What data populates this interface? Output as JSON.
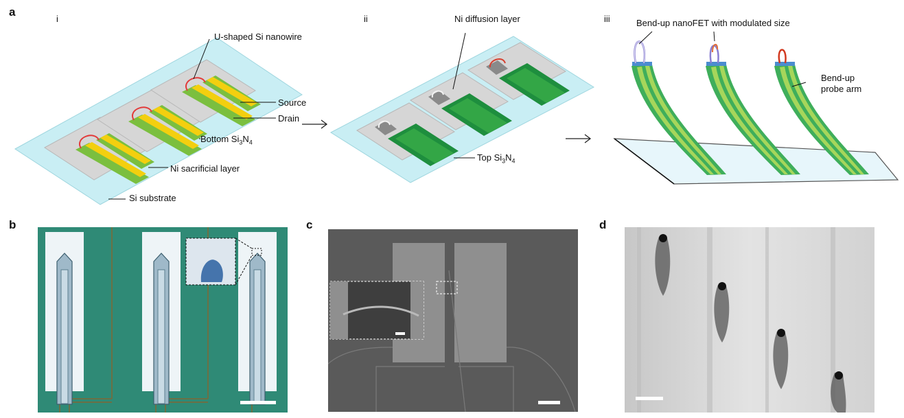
{
  "figure": {
    "panel_a": {
      "letter": "a",
      "steps": [
        "i",
        "ii",
        "iii"
      ],
      "labels": {
        "nanowire": "U-shaped Si nanowire",
        "source": "Source",
        "drain": "Drain",
        "bottom_sin_prefix": "Bottom Si",
        "ni_sacrificial": "Ni sacrificial layer",
        "si_substrate": "Si substrate",
        "ni_diffusion": "Ni diffusion layer",
        "top_sin_prefix": "Top Si",
        "sub3": "3",
        "sub4": "N",
        "sub4b": "4",
        "bendup_fet": "Bend-up nanoFET with modulated size",
        "bendup_arm_1": "Bend-up",
        "bendup_arm_2": "probe arm"
      }
    },
    "panel_b": {
      "letter": "b"
    },
    "panel_c": {
      "letter": "c"
    },
    "panel_d": {
      "letter": "d"
    }
  }
}
